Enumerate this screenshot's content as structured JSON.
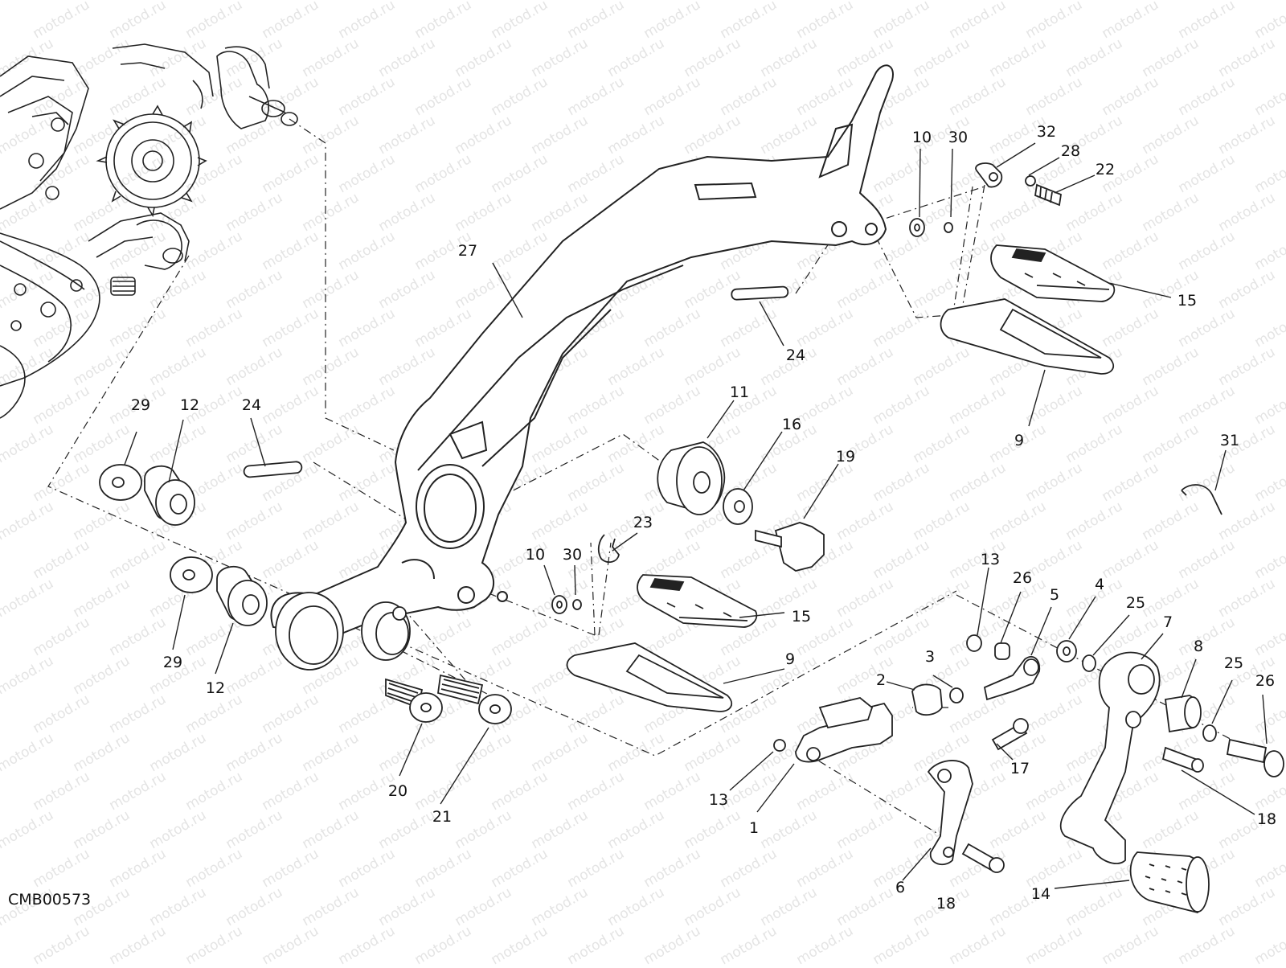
{
  "diagram": {
    "reference_code": "CMB00573",
    "watermark_text": "motod.ru",
    "callouts": [
      {
        "id": "c10a",
        "text": "10"
      },
      {
        "id": "c30a",
        "text": "30"
      },
      {
        "id": "c32",
        "text": "32"
      },
      {
        "id": "c28",
        "text": "28"
      },
      {
        "id": "c22",
        "text": "22"
      },
      {
        "id": "c27",
        "text": "27"
      },
      {
        "id": "c15a",
        "text": "15"
      },
      {
        "id": "c24a",
        "text": "24"
      },
      {
        "id": "c9a",
        "text": "9"
      },
      {
        "id": "c29a",
        "text": "29"
      },
      {
        "id": "c12a",
        "text": "12"
      },
      {
        "id": "c24b",
        "text": "24"
      },
      {
        "id": "c11",
        "text": "11"
      },
      {
        "id": "c16",
        "text": "16"
      },
      {
        "id": "c19",
        "text": "19"
      },
      {
        "id": "c31",
        "text": "31"
      },
      {
        "id": "c23",
        "text": "23"
      },
      {
        "id": "c10b",
        "text": "10"
      },
      {
        "id": "c30b",
        "text": "30"
      },
      {
        "id": "c15b",
        "text": "15"
      },
      {
        "id": "c9b",
        "text": "9"
      },
      {
        "id": "c29b",
        "text": "29"
      },
      {
        "id": "c12b",
        "text": "12"
      },
      {
        "id": "c20",
        "text": "20"
      },
      {
        "id": "c21",
        "text": "21"
      },
      {
        "id": "c13a",
        "text": "13"
      },
      {
        "id": "c26a",
        "text": "26"
      },
      {
        "id": "c5",
        "text": "5"
      },
      {
        "id": "c4",
        "text": "4"
      },
      {
        "id": "c25a",
        "text": "25"
      },
      {
        "id": "c7",
        "text": "7"
      },
      {
        "id": "c3",
        "text": "3"
      },
      {
        "id": "c2",
        "text": "2"
      },
      {
        "id": "c8",
        "text": "8"
      },
      {
        "id": "c25b",
        "text": "25"
      },
      {
        "id": "c26b",
        "text": "26"
      },
      {
        "id": "c17",
        "text": "17"
      },
      {
        "id": "c13b",
        "text": "13"
      },
      {
        "id": "c1",
        "text": "1"
      },
      {
        "id": "c18a",
        "text": "18"
      },
      {
        "id": "c6",
        "text": "6"
      },
      {
        "id": "c18b",
        "text": "18"
      },
      {
        "id": "c14",
        "text": "14"
      }
    ]
  }
}
